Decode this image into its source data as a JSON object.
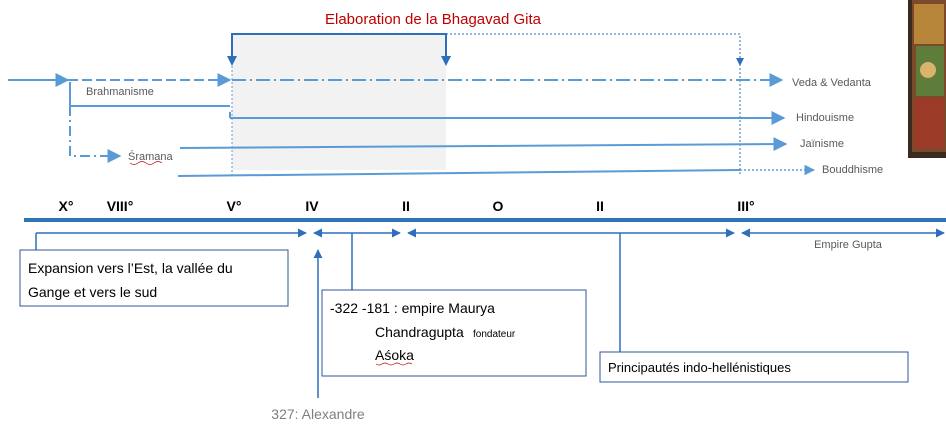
{
  "title": "Elaboration de la Bhagavad Gita",
  "traditions": {
    "brahmanisme": "Brahmanisme",
    "sramana": "Śramana",
    "veda": "Veda & Vedanta",
    "hindouisme": "Hindouisme",
    "jainisme": "Jaïnisme",
    "bouddhisme": "Bouddhisme"
  },
  "centuries": {
    "x": "X°",
    "viii": "VIII°",
    "v": "V°",
    "iv": "IV",
    "ii_bc": "II",
    "zero": "O",
    "ii_ad": "II",
    "iii": "III°"
  },
  "periods": {
    "expansion": [
      "Expansion vers l’Est, la vallée du",
      "Gange et vers le sud"
    ],
    "maurya": {
      "line1": "-322 -181 :  empire Maurya",
      "line2_name": "Chandragupta",
      "line2_role": "fondateur",
      "line3": "Aśoka"
    },
    "indo_hellenic": "Principautés indo-hellénistiques",
    "gupta": "Empire Gupta",
    "alexandre": "327: Alexandre"
  },
  "colors": {
    "accent_blue": "#2e6fbd",
    "light_blue": "#5b9bd5",
    "title_red": "#c00000",
    "gray_text": "#595959",
    "box_border": "#2f5597"
  }
}
